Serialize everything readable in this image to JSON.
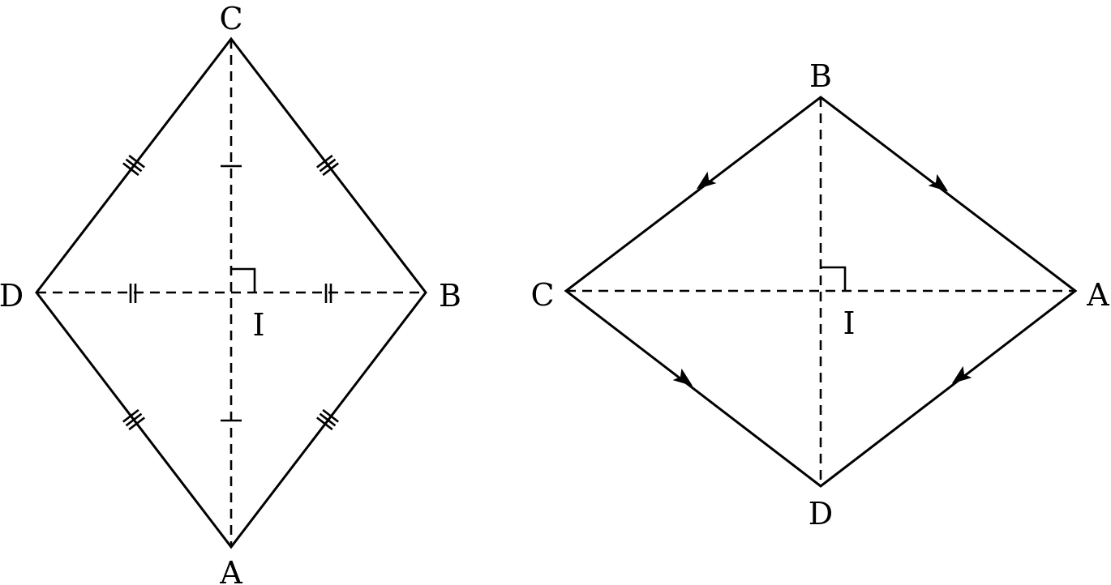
{
  "figures": [
    {
      "name": "kite",
      "labels": {
        "top": "C",
        "right": "B",
        "bottom": "A",
        "left": "D",
        "center": "I"
      }
    },
    {
      "name": "rhombus",
      "labels": {
        "top": "B",
        "right": "A",
        "bottom": "D",
        "left": "C",
        "center": "I"
      }
    }
  ]
}
